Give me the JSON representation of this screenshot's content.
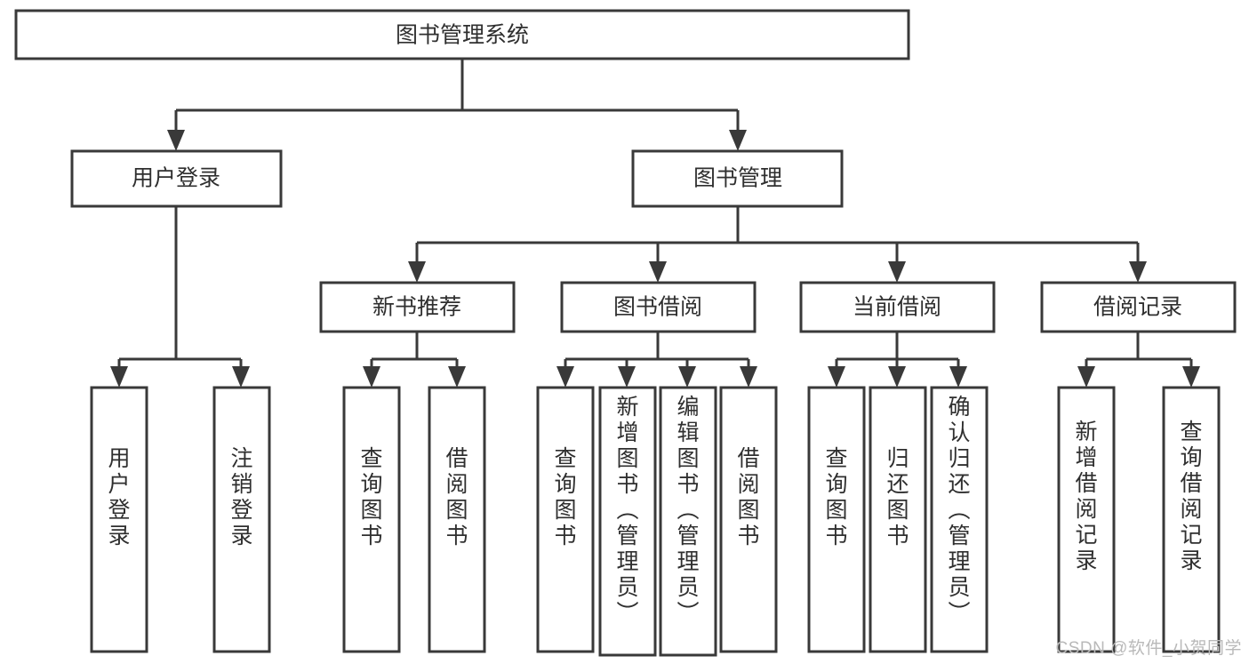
{
  "diagram": {
    "type": "hierarchy-tree",
    "title": "图书管理系统",
    "root": {
      "id": "root",
      "label": "图书管理系统",
      "orientation": "horizontal"
    },
    "level2": [
      {
        "id": "user-login",
        "label": "用户登录",
        "orientation": "horizontal"
      },
      {
        "id": "book-manage",
        "label": "图书管理",
        "orientation": "horizontal"
      }
    ],
    "level3": [
      {
        "id": "new-book-rec",
        "label": "新书推荐",
        "orientation": "horizontal",
        "parent": "book-manage"
      },
      {
        "id": "book-borrow",
        "label": "图书借阅",
        "orientation": "horizontal",
        "parent": "book-manage"
      },
      {
        "id": "current-borrow",
        "label": "当前借阅",
        "orientation": "horizontal",
        "parent": "book-manage"
      },
      {
        "id": "borrow-record",
        "label": "借阅记录",
        "orientation": "horizontal",
        "parent": "book-manage"
      }
    ],
    "leaves": [
      {
        "id": "leaf-user-login",
        "label": "用户登录",
        "orientation": "vertical",
        "parent": "user-login"
      },
      {
        "id": "leaf-user-logout",
        "label": "注销登录",
        "orientation": "vertical",
        "parent": "user-login"
      },
      {
        "id": "leaf-query-book-1",
        "label": "查询图书",
        "orientation": "vertical",
        "parent": "new-book-rec"
      },
      {
        "id": "leaf-borrow-book-1",
        "label": "借阅图书",
        "orientation": "vertical",
        "parent": "new-book-rec"
      },
      {
        "id": "leaf-query-book-2",
        "label": "查询图书",
        "orientation": "vertical",
        "parent": "book-borrow"
      },
      {
        "id": "leaf-add-book",
        "label": "新增图书（管理员）",
        "orientation": "vertical",
        "parent": "book-borrow"
      },
      {
        "id": "leaf-edit-book",
        "label": "编辑图书（管理员）",
        "orientation": "vertical",
        "parent": "book-borrow"
      },
      {
        "id": "leaf-borrow-book-2",
        "label": "借阅图书",
        "orientation": "vertical",
        "parent": "book-borrow"
      },
      {
        "id": "leaf-query-book-3",
        "label": "查询图书",
        "orientation": "vertical",
        "parent": "current-borrow"
      },
      {
        "id": "leaf-return-book",
        "label": "归还图书",
        "orientation": "vertical",
        "parent": "current-borrow"
      },
      {
        "id": "leaf-confirm-return",
        "label": "确认归还（管理员）",
        "orientation": "vertical",
        "parent": "current-borrow"
      },
      {
        "id": "leaf-add-record",
        "label": "新增借阅记录",
        "orientation": "vertical",
        "parent": "borrow-record"
      },
      {
        "id": "leaf-query-record",
        "label": "查询借阅记录",
        "orientation": "vertical",
        "parent": "borrow-record"
      }
    ],
    "colors": {
      "box_stroke": "#393939",
      "box_fill": "#ffffff",
      "text": "#2f2f2f",
      "background": "#ffffff",
      "watermark": "#b9b9b9"
    }
  },
  "watermark": {
    "text": "CSDN @软件_小贺同学"
  }
}
